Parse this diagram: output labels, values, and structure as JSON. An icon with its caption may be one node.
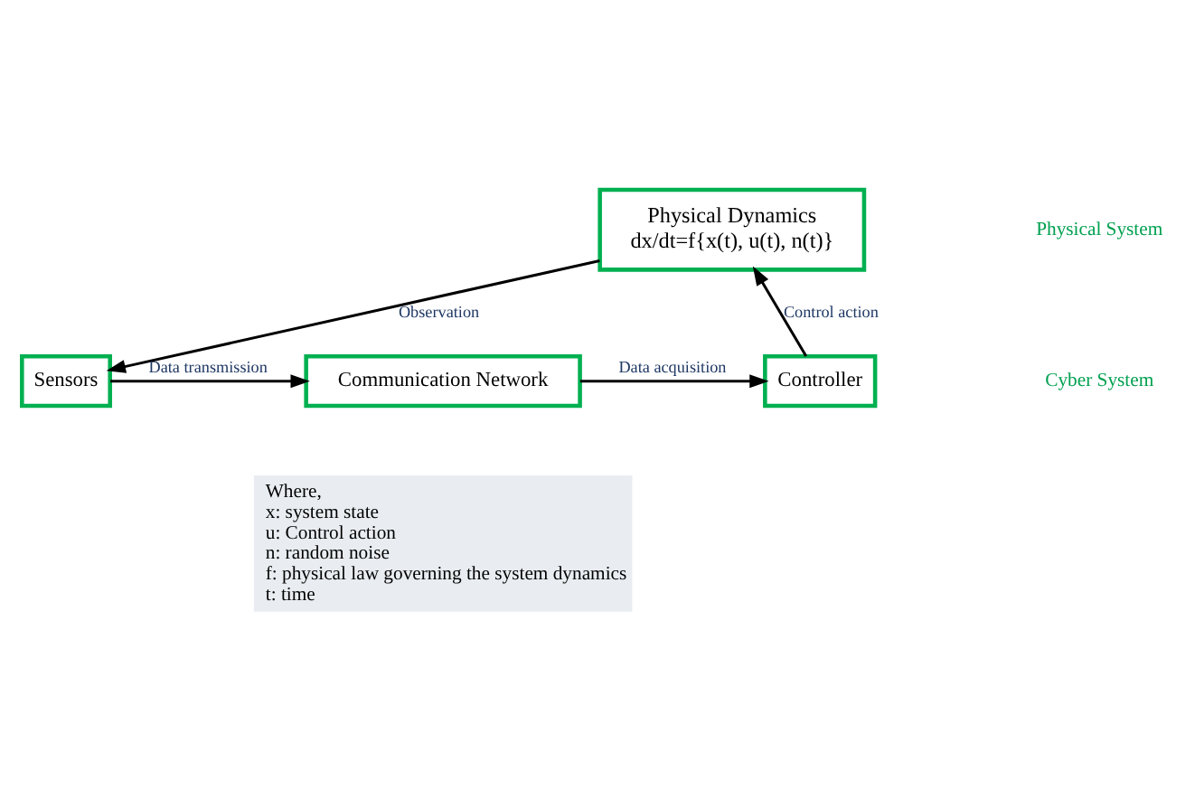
{
  "diagram": {
    "nodes": [
      {
        "text": [
          "Physical Dynamics",
          "dx/dt=f{x(t), u(t), n(t)}"
        ]
      },
      {
        "text": [
          "Sensors"
        ]
      },
      {
        "text": [
          "Communication Network"
        ]
      },
      {
        "text": [
          "Controller"
        ]
      },
      {
        "text": [
          "Where,",
          "x: system state",
          "u: Control action",
          "n: random noise",
          "f: physical law governing the system dynamics",
          "t: time"
        ]
      }
    ],
    "edges": [
      {
        "from": 0,
        "to": 1,
        "arrow": "to",
        "label": "Observation"
      },
      {
        "from": 1,
        "to": 2,
        "arrow": "to",
        "label": "Data transmission"
      },
      {
        "from": 2,
        "to": 3,
        "arrow": "to",
        "label": "Data acquisition"
      },
      {
        "from": 3,
        "to": 0,
        "arrow": "to",
        "label": "Control action"
      }
    ],
    "labels": [
      "Physical System",
      "Cyber System"
    ]
  }
}
